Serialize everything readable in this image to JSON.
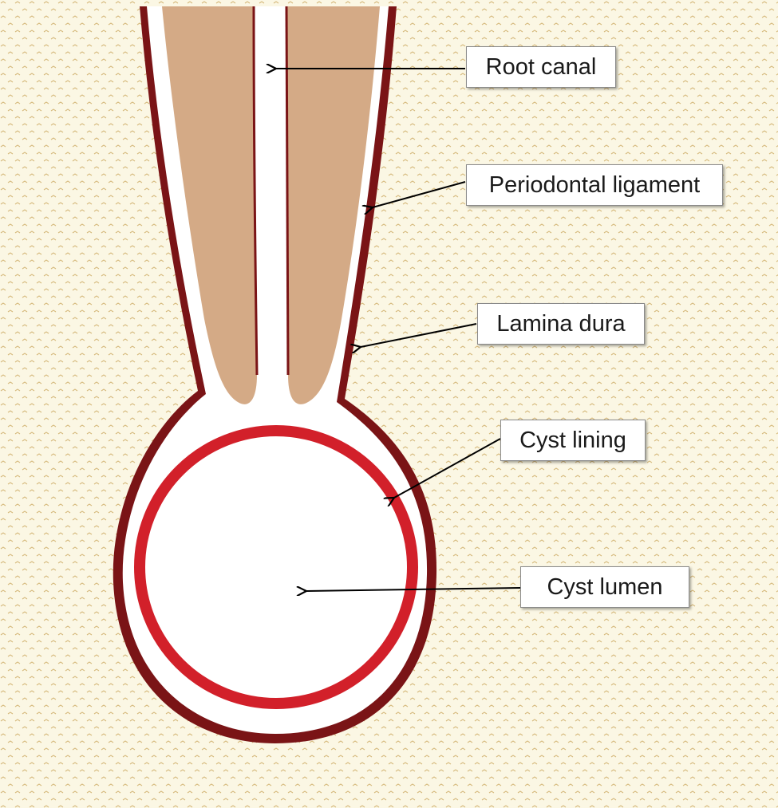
{
  "labels": {
    "root_canal": "Root canal",
    "periodontal_ligament": "Periodontal ligament",
    "lamina_dura": "Lamina dura",
    "cyst_lining": "Cyst lining",
    "cyst_lumen": "Cyst lumen"
  },
  "colors": {
    "background": "#fbf7e4",
    "background_texture": "#c9a55a",
    "root_dentin": "#d4aa86",
    "lamina_dura": "#7a1416",
    "cyst_lining": "#d2202a",
    "ligament_space": "#ffffff",
    "leader_line": "#000000"
  }
}
